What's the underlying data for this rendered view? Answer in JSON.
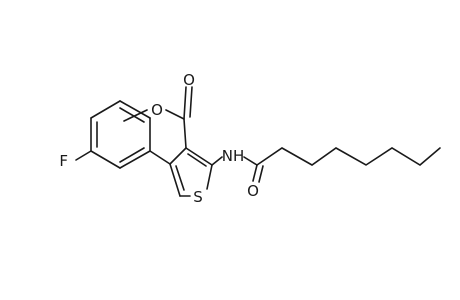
{
  "molecule": {
    "atoms": {
      "fluorine": "F",
      "ester_oxygen_single": "O",
      "ester_oxygen_double": "O",
      "amide_nitrogen": "NH",
      "amide_oxygen": "O",
      "thiophene_sulfur": "S"
    }
  }
}
